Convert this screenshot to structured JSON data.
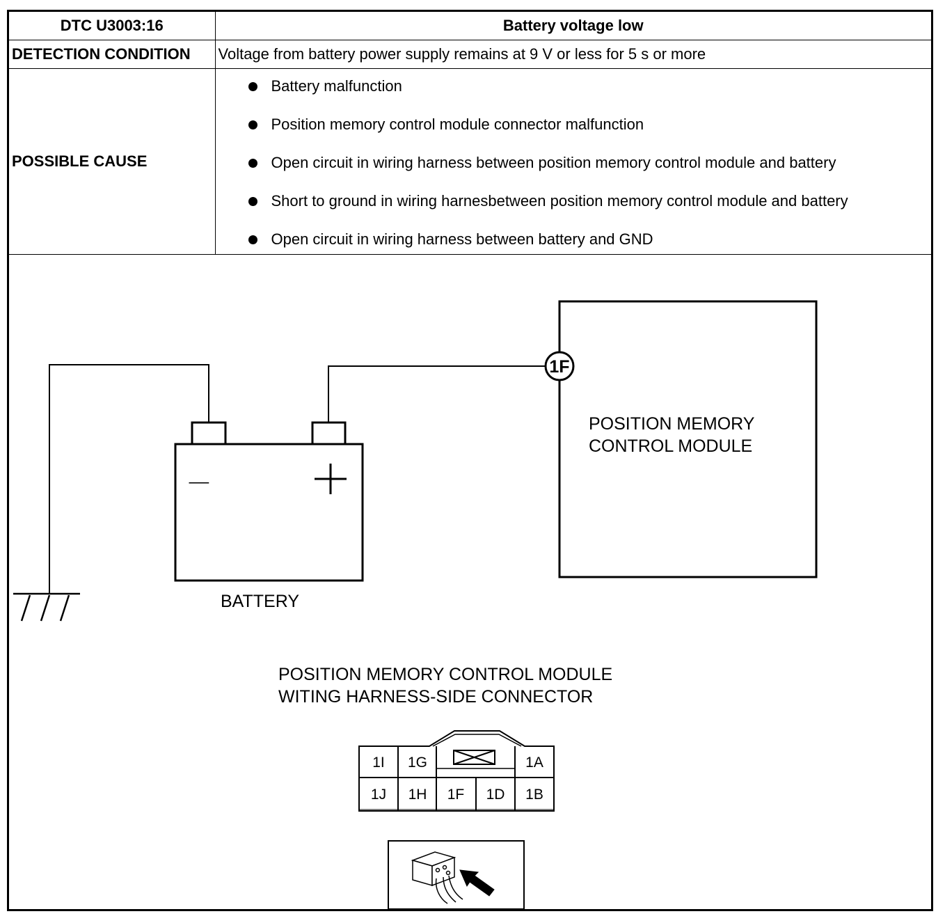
{
  "header": {
    "code": "DTC U3003:16",
    "title": "Battery voltage low"
  },
  "detection": {
    "label": "DETECTION CONDITION",
    "text": "Voltage from battery power supply remains at 9 V or less for 5 s or more"
  },
  "possible_cause": {
    "label": "POSSIBLE CAUSE",
    "items": [
      "Battery malfunction",
      "Position memory control module connector malfunction",
      "Open circuit in wiring harness between position memory control module and battery",
      "Short to ground in wiring harnesbetween position memory control module and battery",
      "Open circuit in wiring harness between battery and GND"
    ]
  },
  "diagram": {
    "terminal_label": "1F",
    "module_line1": "POSITION MEMORY",
    "module_line2": "CONTROL MODULE",
    "battery_label": "BATTERY",
    "battery_minus": "—",
    "battery_plus": "+",
    "connector_title_line1": "POSITION MEMORY CONTROL MODULE",
    "connector_title_line2": "WITING HARNESS-SIDE CONNECTOR",
    "pins_top": [
      "1I",
      "1G",
      "1A"
    ],
    "pins_bottom": [
      "1J",
      "1H",
      "1F",
      "1D",
      "1B"
    ]
  }
}
